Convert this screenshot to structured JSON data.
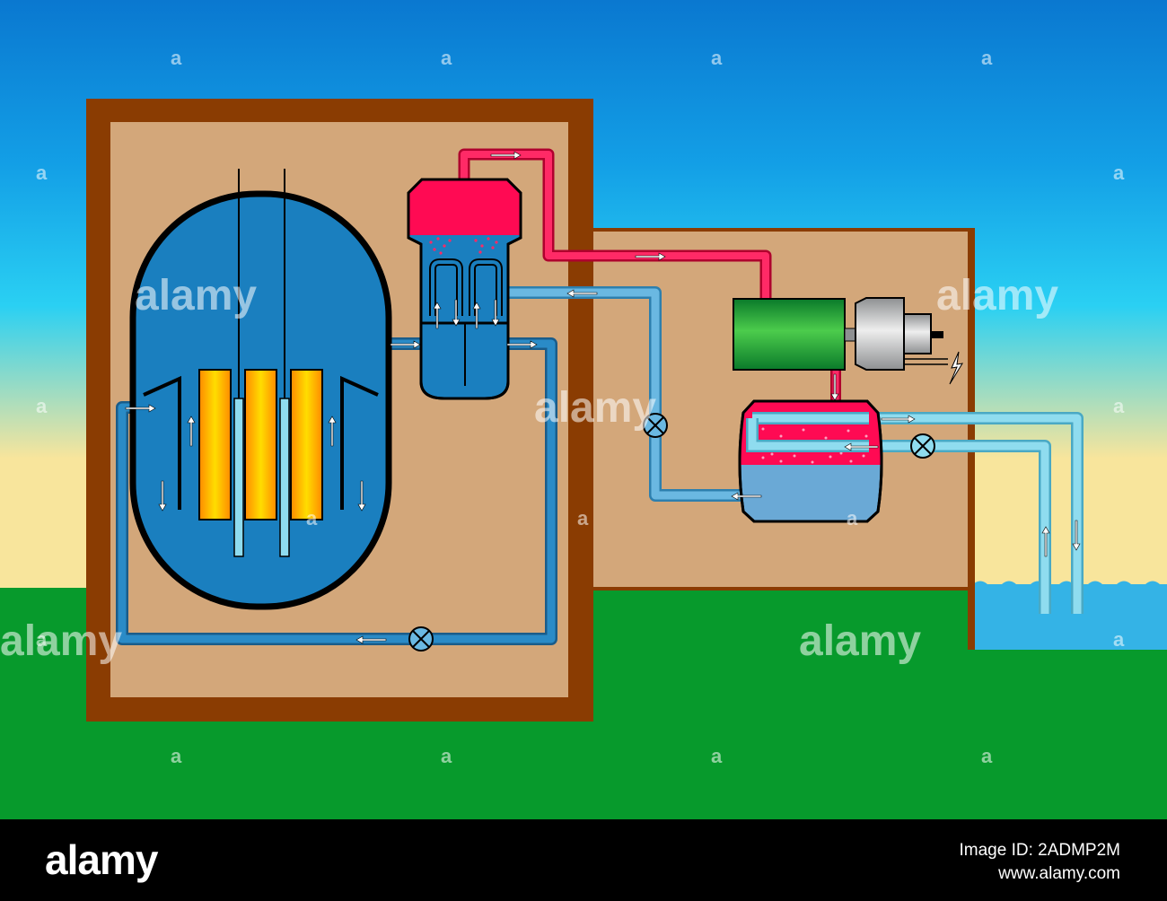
{
  "colors": {
    "sky_top": "#0a84d6",
    "sky_mid": "#17c2f2",
    "sky_low": "#f7e4a2",
    "ground": "#079a2c",
    "building_wall": "#8a3c02",
    "building_fill": "#d3a77a",
    "reactor_blue": "#1a7fbf",
    "steam_red": "#ff0a53",
    "fuel_orange": "#ffad00",
    "turbine_green": "#18a23b",
    "generator_grey": "#c9cacc",
    "cooling_water": "#7fd7ea",
    "sea": "#33b4e6",
    "footer": "#000000"
  },
  "watermark": {
    "text": "alamy",
    "icon": "alamy-a-icon"
  },
  "footer": {
    "logo": "alamy",
    "image_id": "Image ID: 2ADMP2M",
    "site": "www.alamy.com"
  }
}
